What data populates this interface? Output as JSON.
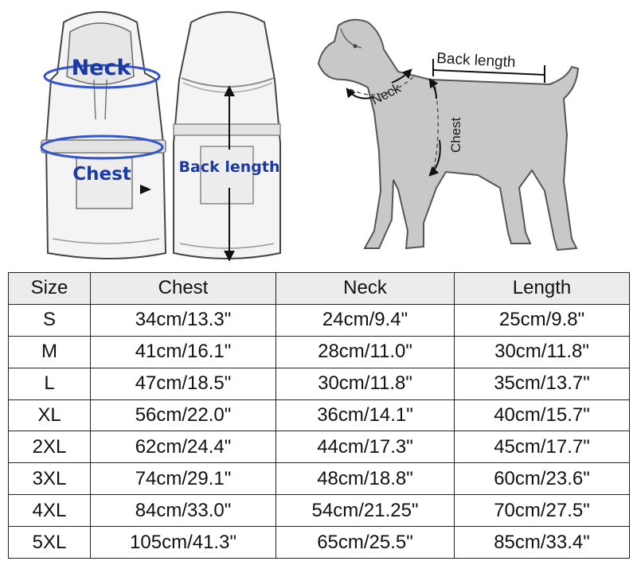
{
  "diagram": {
    "front_labels": {
      "neck": "Neck",
      "chest": "Chest"
    },
    "back_label": "Back length",
    "dog_labels": {
      "back_length": "Back length",
      "neck": "Neck",
      "chest": "Chest"
    },
    "colors": {
      "label_blue": "#1a3aa8",
      "ring_blue": "#3355cc",
      "dog_fill": "#c8c8c8"
    }
  },
  "table": {
    "headers": [
      "Size",
      "Chest",
      "Neck",
      "Length"
    ],
    "rows": [
      [
        "S",
        "34cm/13.3\"",
        "24cm/9.4\"",
        "25cm/9.8\""
      ],
      [
        "M",
        "41cm/16.1\"",
        "28cm/11.0\"",
        "30cm/11.8\""
      ],
      [
        "L",
        "47cm/18.5\"",
        "30cm/11.8\"",
        "35cm/13.7\""
      ],
      [
        "XL",
        "56cm/22.0\"",
        "36cm/14.1\"",
        "40cm/15.7\""
      ],
      [
        "2XL",
        "62cm/24.4\"",
        "44cm/17.3\"",
        "45cm/17.7\""
      ],
      [
        "3XL",
        "74cm/29.1\"",
        "48cm/18.8\"",
        "60cm/23.6\""
      ],
      [
        "4XL",
        "84cm/33.0\"",
        "54cm/21.25\"",
        "70cm/27.5\""
      ],
      [
        "5XL",
        "105cm/41.3\"",
        "65cm/25.5\"",
        "85cm/33.4\""
      ]
    ]
  }
}
